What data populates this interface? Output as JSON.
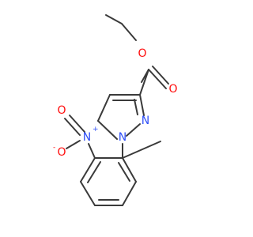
{
  "molecule": {
    "atoms": {
      "ester_carbonyl_o": {
        "symbol": "O",
        "charge": ""
      },
      "ester_ether_o": {
        "symbol": "O",
        "charge": ""
      },
      "pyrazole_n2": {
        "symbol": "N",
        "charge": ""
      },
      "pyrazole_n1": {
        "symbol": "N",
        "charge": ""
      },
      "nitro_n": {
        "symbol": "N",
        "charge": "+"
      },
      "nitro_o_minus": {
        "symbol": "O",
        "charge": "-"
      }
    },
    "colors": {
      "bond": "#3a3a3a",
      "oxygen": "#ff0d0d",
      "nitrogen": "#3050f8"
    }
  }
}
